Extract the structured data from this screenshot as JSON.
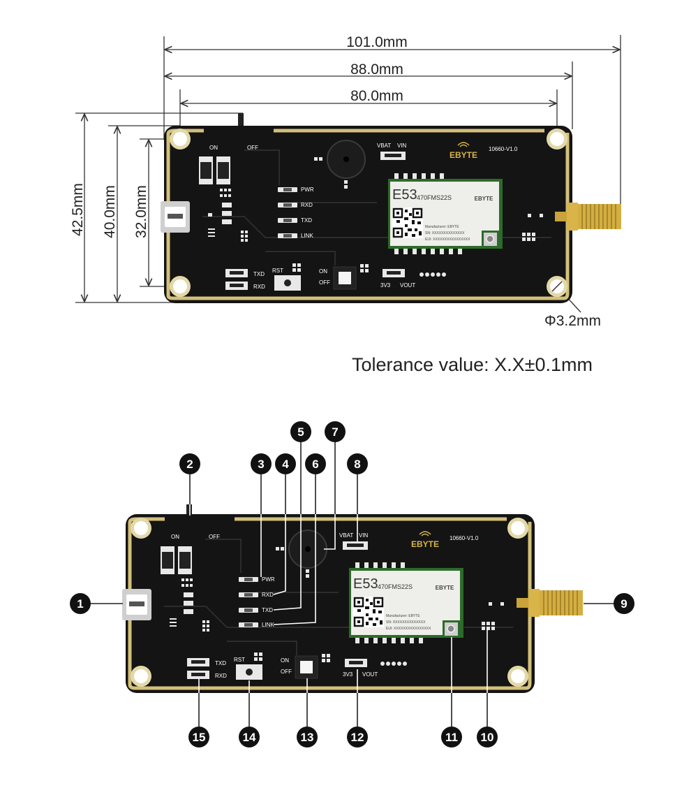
{
  "dimensions": {
    "width_101": "101.0mm",
    "width_88": "88.0mm",
    "width_80": "80.0mm",
    "height_42_5": "42.5mm",
    "height_40": "40.0mm",
    "height_32": "32.0mm",
    "hole_diameter": "Φ3.2mm",
    "tolerance": "Tolerance value: X.X±0.1mm"
  },
  "board": {
    "switch_on": "ON",
    "switch_off": "OFF",
    "vbat": "VBAT",
    "vin": "VIN",
    "brand": "EBYTE",
    "version": "10660-V1.0",
    "led_pwr": "PWR",
    "led_rxd": "RXD",
    "led_txd": "TXD",
    "led_link": "LINK",
    "jumper_txd": "TXD",
    "jumper_rxd": "RXD",
    "rst": "RST",
    "pwr_on": "ON",
    "pwr_off": "OFF",
    "v3v3": "3V3",
    "vout": "VOUT"
  },
  "module": {
    "name": "E53",
    "model": "470FMS22S",
    "brand": "EBYTE",
    "manufacturer": "Manufacturer: EBYTE",
    "sn": "SN: XXXXXXXXXXXXXX",
    "eui": "EUI: XXXXXXXXXXXXXXXX"
  },
  "callouts": [
    "1",
    "2",
    "3",
    "4",
    "5",
    "6",
    "7",
    "8",
    "9",
    "10",
    "11",
    "12",
    "13",
    "14",
    "15"
  ],
  "colors": {
    "pcb": "#141414",
    "gold": "#d4c07a",
    "module": "#eeeeea",
    "module_pcb": "#2c6b2a",
    "dim_line": "#333333"
  }
}
